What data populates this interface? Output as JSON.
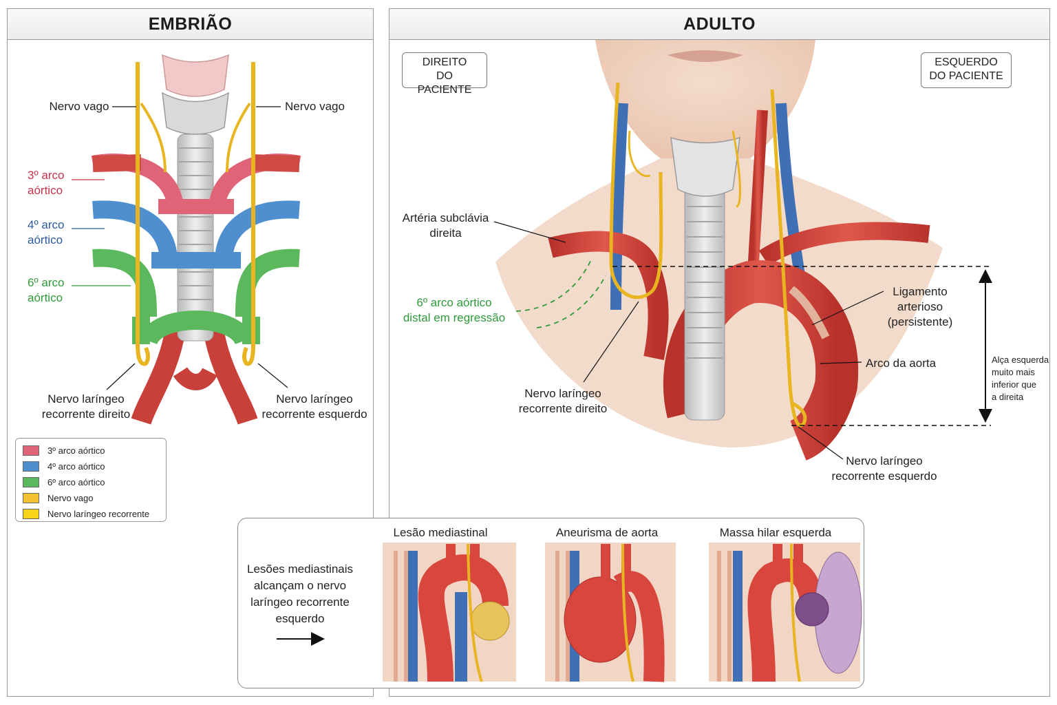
{
  "embryo": {
    "title": "EMBRIÃO",
    "vagus_left": "Nervo vago",
    "vagus_right": "Nervo vago",
    "arch3": [
      "3º arco",
      "aórtico"
    ],
    "arch4": [
      "4º arco",
      "aórtico"
    ],
    "arch6": [
      "6º arco",
      "aórtico"
    ],
    "rln_right": [
      "Nervo laríngeo",
      "recorrente direito"
    ],
    "rln_left": [
      "Nervo laríngeo",
      "recorrente esquerdo"
    ],
    "legend": [
      {
        "label": "3º arco aórtico",
        "color": "#e06477"
      },
      {
        "label": "4º arco aórtico",
        "color": "#4f8fd0"
      },
      {
        "label": "6º arco aórtico",
        "color": "#5cb85c"
      },
      {
        "label": "Nervo vago",
        "color": "#f2c230"
      },
      {
        "label": "Nervo laríngeo recorrente",
        "color": "#f7d417"
      }
    ]
  },
  "adult": {
    "title": "ADULTO",
    "patient_right": [
      "DIREITO",
      "DO PACIENTE"
    ],
    "patient_left": [
      "ESQUERDO",
      "DO PACIENTE"
    ],
    "subclavian": [
      "Artéria subclávia",
      "direita"
    ],
    "sixth_arch": [
      "6º arco aórtico",
      "distal em regressão"
    ],
    "ligament": [
      "Ligamento",
      "arterioso",
      "(persistente)"
    ],
    "aortic_arch": "Arco da aorta",
    "loop_note": [
      "Alça esquerda",
      "muito mais",
      "inferior que",
      "a direita"
    ],
    "rln_right": [
      "Nervo laríngeo",
      "recorrente direito"
    ],
    "rln_left": [
      "Nervo laríngeo",
      "recorrente esquerdo"
    ]
  },
  "lesions": {
    "caption": [
      "Lesões mediastinais",
      "alcançam o nervo",
      "laríngeo recorrente",
      "esquerdo"
    ],
    "items": [
      "Lesão mediastinal",
      "Aneurisma de aorta",
      "Massa hilar esquerda"
    ]
  },
  "colors": {
    "artery": "#d9463e",
    "vein": "#3f6fb5",
    "nerve": "#f2c230",
    "arch3": "#e06477",
    "arch4": "#4f8fd0",
    "arch6": "#5cb85c"
  }
}
